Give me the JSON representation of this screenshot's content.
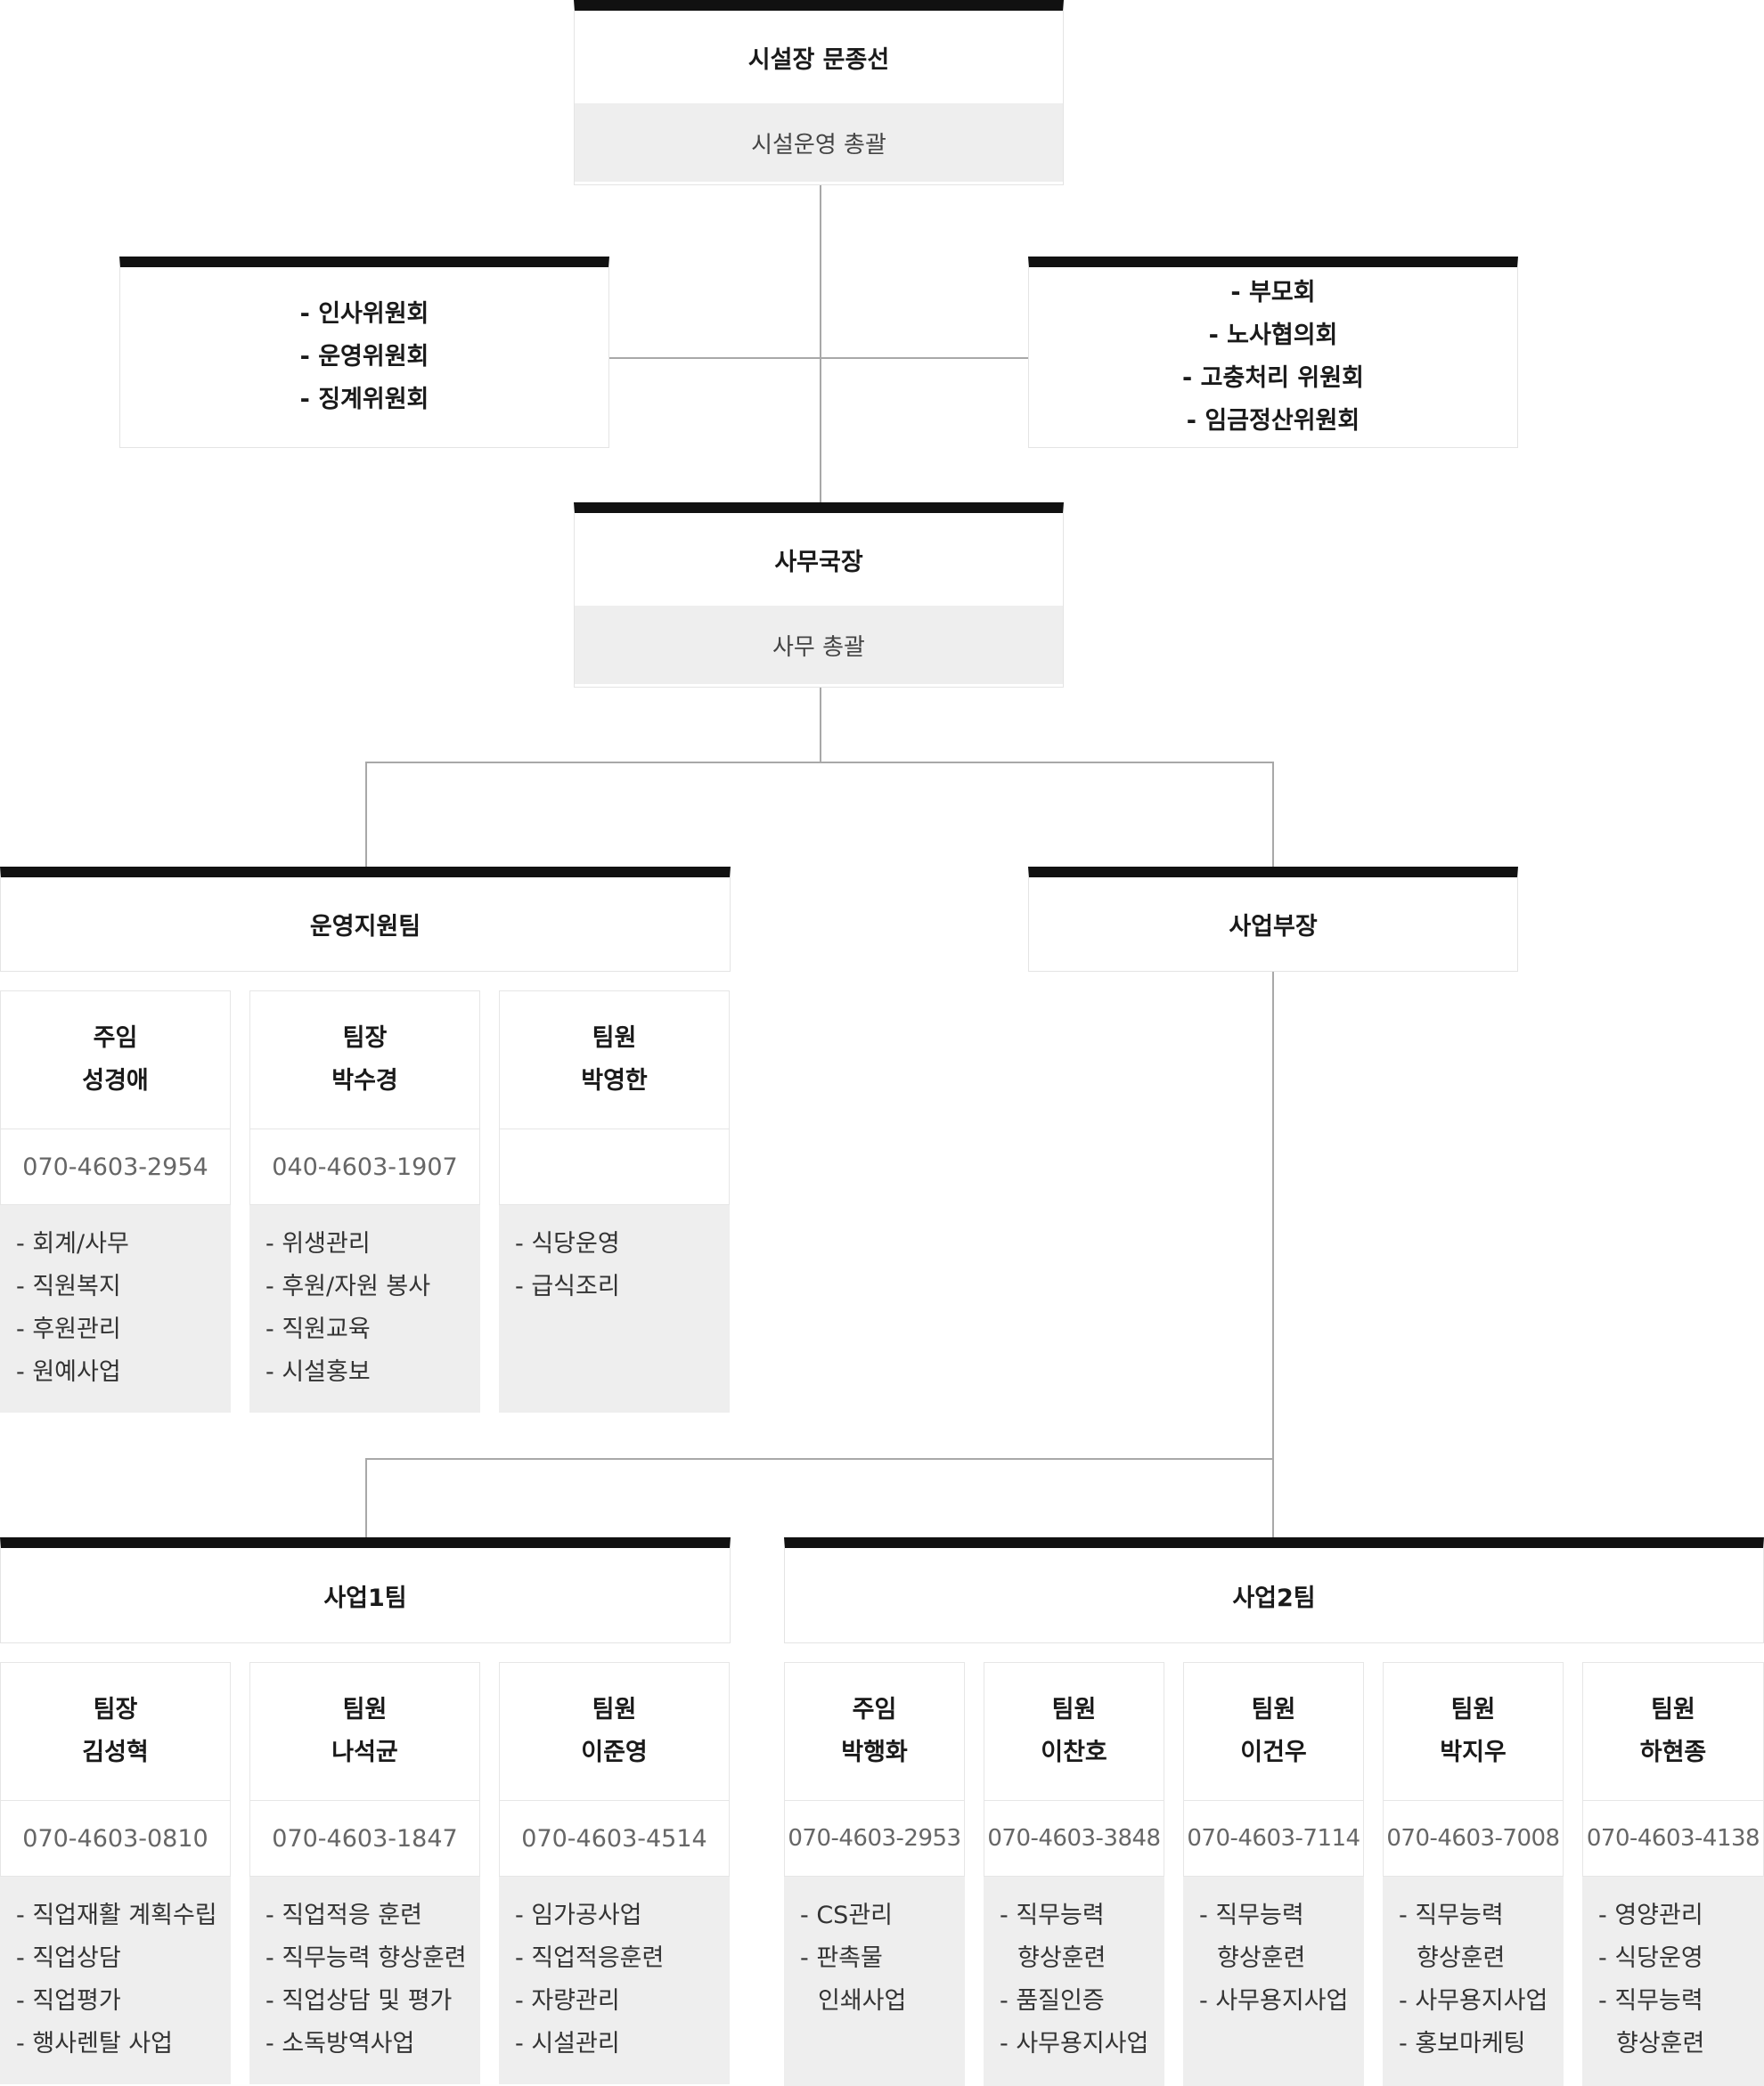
{
  "director": {
    "title": "시설장 문종선",
    "role": "시설운영 총괄"
  },
  "committees_left": [
    "- 인사위원회",
    "- 운영위원회",
    "- 징계위원회"
  ],
  "committees_right": [
    "- 부모회",
    "- 노사협의회",
    "- 고충처리 위원회",
    "- 임금정산위원회"
  ],
  "secretary": {
    "title": "사무국장",
    "role": "사무 총괄"
  },
  "ops_team": {
    "title": "운영지원팀",
    "members": [
      {
        "position": "주임",
        "name": "성경애",
        "phone": "070-4603-2954",
        "duties": [
          "- 회계/사무",
          "- 직원복지",
          "- 후원관리",
          "- 원예사업"
        ]
      },
      {
        "position": "팀장",
        "name": "박수경",
        "phone": "040-4603-1907",
        "duties": [
          "- 위생관리",
          "- 후원/자원 봉사",
          "- 직원교육",
          "- 시설홍보"
        ]
      },
      {
        "position": "팀원",
        "name": "박영한",
        "phone": "",
        "duties": [
          "- 식당운영",
          "- 급식조리"
        ]
      }
    ]
  },
  "biz_head": {
    "title": "사업부장"
  },
  "biz_team1": {
    "title": "사업1팀",
    "members": [
      {
        "position": "팀장",
        "name": "김성혁",
        "phone": "070-4603-0810",
        "duties": [
          "- 직업재활 계획수립",
          "- 직업상담",
          "- 직업평가",
          "- 행사렌탈 사업"
        ]
      },
      {
        "position": "팀원",
        "name": "나석균",
        "phone": "070-4603-1847",
        "duties": [
          "- 직업적응 훈련",
          "- 직무능력 향상훈련",
          "- 직업상담 및 평가",
          "- 소독방역사업"
        ]
      },
      {
        "position": "팀원",
        "name": "이준영",
        "phone": "070-4603-4514",
        "duties": [
          "- 임가공사업",
          "- 직업적응훈련",
          "- 자량관리",
          "- 시설관리"
        ]
      }
    ]
  },
  "biz_team2": {
    "title": "사업2팀",
    "members": [
      {
        "position": "주임",
        "name": "박행화",
        "phone": "070-4603-2953",
        "duties": [
          "- CS관리",
          "- 판촉물",
          "인쇄사업"
        ]
      },
      {
        "position": "팀원",
        "name": "이찬호",
        "phone": "070-4603-3848",
        "duties": [
          "- 직무능력",
          "향상훈련",
          "- 품질인증",
          "- 사무용지사업"
        ]
      },
      {
        "position": "팀원",
        "name": "이건우",
        "phone": "070-4603-7114",
        "duties": [
          "- 직무능력",
          "향상훈련",
          "- 사무용지사업"
        ]
      },
      {
        "position": "팀원",
        "name": "박지우",
        "phone": "070-4603-7008",
        "duties": [
          "- 직무능력",
          "향상훈련",
          "- 사무용지사업",
          "- 홍보마케팅"
        ]
      },
      {
        "position": "팀원",
        "name": "하현종",
        "phone": "070-4603-4138",
        "duties": [
          "- 영양관리",
          "- 식당운영",
          "- 직무능력",
          "향상훈련"
        ]
      }
    ]
  }
}
